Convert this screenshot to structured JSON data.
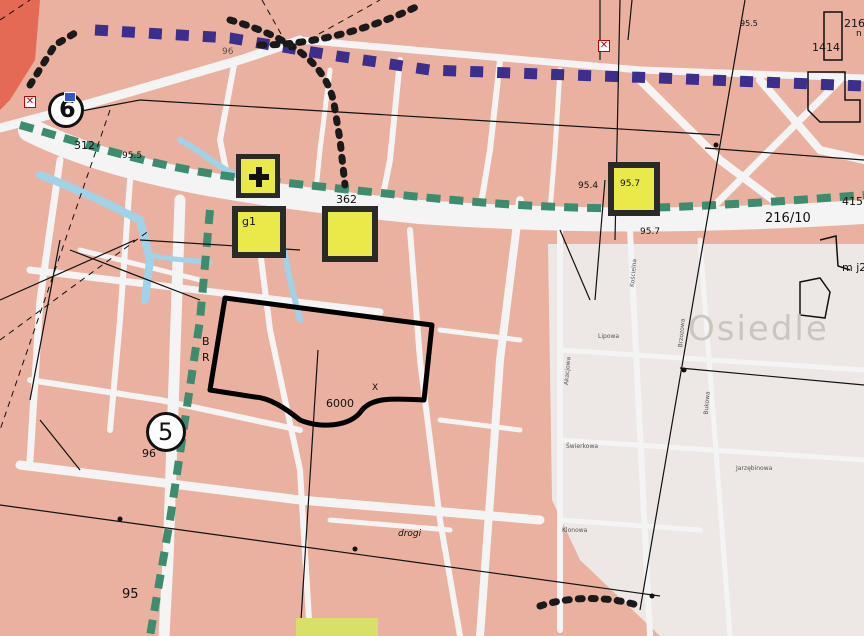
{
  "map": {
    "background_color": "#eab1a0",
    "road_color": "#f4f4f4",
    "water_color": "#9fd3e8",
    "urban_overlay_color": "#ededea",
    "green_dash_color": "#3c8c6e",
    "purple_dash_color": "#3b2e8c",
    "black_dot_color": "#1a1a1a",
    "marker_fill": "#e9ea4a",
    "outline_color": "#000000"
  },
  "labels": {
    "road_312": "312",
    "spot_95_5_left": "95.5",
    "spot_95_5_top": "95.5",
    "road_216_10": "216/10",
    "spot_95_4": "95.4",
    "spot_95_7_marker": "95.7",
    "spot_95_7_road": "95.7",
    "spot_96_lower": "96",
    "spot_95_bottom": "95",
    "spot_96_upper": "96",
    "plot_1414": "1414",
    "plot_216_top": "216",
    "plot_216_top_sub": "n",
    "plot_415": "415",
    "plot_mj2": "m j2",
    "place_osiedle": "Osiedle",
    "marker_g1": "g1",
    "marker_362": "362",
    "parcel_6000": "6000",
    "fragment_b": "B",
    "fragment_r": "R",
    "fragment_drogi": "drogi",
    "fragment_x": "X",
    "circle_6": "6",
    "circle_5": "5"
  },
  "streets": [
    {
      "name": "Kościelna"
    },
    {
      "name": "Lipowa"
    },
    {
      "name": "Brzozowa"
    },
    {
      "name": "Akacjowa"
    },
    {
      "name": "Bukowa"
    },
    {
      "name": "Świerkowa"
    },
    {
      "name": "Jarzębinowa"
    },
    {
      "name": "Klonowa"
    }
  ],
  "icons": {
    "hospital_cross": "medical-cross-icon",
    "red_marker": "red-cross-marker-icon",
    "blue_marker": "blue-square-marker-icon"
  }
}
